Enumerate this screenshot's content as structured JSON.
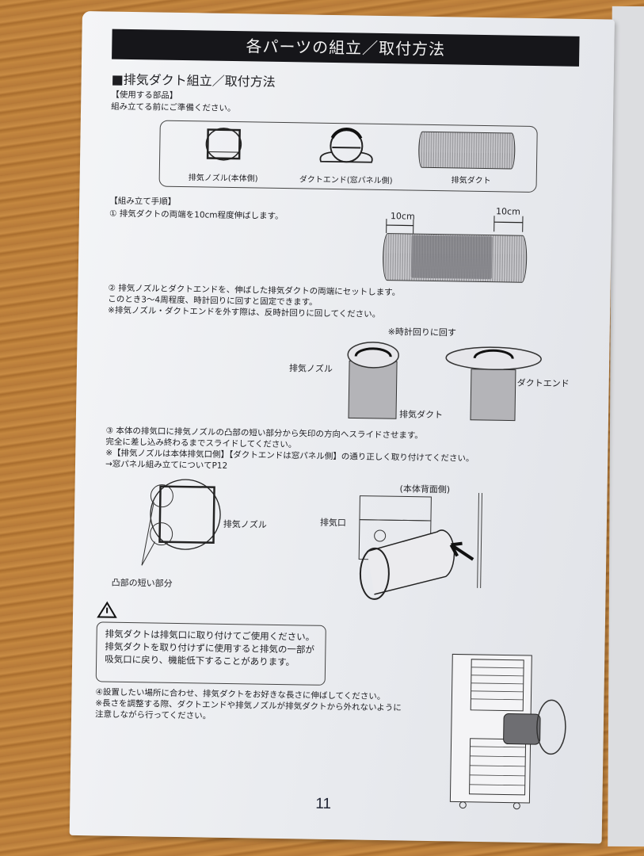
{
  "header": {
    "title": "各パーツの組立／取付方法"
  },
  "section": {
    "title": "■排気ダクト組立／取付方法"
  },
  "parts": {
    "heading": "【使用する部品】",
    "intro": "組み立てる前にご準備ください。",
    "items": [
      {
        "label": "排気ノズル(本体側)",
        "icon": "exhaust-nozzle-icon"
      },
      {
        "label": "ダクトエンド(窓パネル側)",
        "icon": "duct-end-icon"
      },
      {
        "label": "排気ダクト",
        "icon": "exhaust-duct-icon"
      }
    ]
  },
  "procedure": {
    "heading": "【組み立て手順】",
    "step1": {
      "text": "① 排気ダクトの両端を10cm程度伸ばします。",
      "dim_left": "10cm",
      "dim_right": "10cm"
    },
    "step2": {
      "line1": "② 排気ノズルとダクトエンドを、伸ばした排気ダクトの両端にセットします。",
      "line2": "このとき3〜4周程度、時計回りに回すと固定できます。",
      "line3": "※排気ノズル・ダクトエンドを外す際は、反時計回りに回してください。",
      "rotate_note": "※時計回りに回す",
      "label_nozzle": "排気ノズル",
      "label_duct": "排気ダクト",
      "label_duct_end": "ダクトエンド"
    },
    "step3": {
      "line1": "③ 本体の排気口に排気ノズルの凸部の短い部分から矢印の方向へスライドさせます。",
      "line2": "完全に差し込み終わるまでスライドしてください。",
      "line3": "※【排気ノズルは本体排気口側】【ダクトエンドは窓パネル側】の通り正しく取り付けてください。",
      "line4": "→窓パネル組み立てについてP12",
      "label_nozzle": "排気ノズル",
      "label_short_part": "凸部の短い部分",
      "label_rear_side": "(本体背面側)",
      "label_exhaust_port": "排気口"
    },
    "warning": {
      "icon": "warning-triangle-icon",
      "line1": "排気ダクトは排気口に取り付けてご使用ください。",
      "line2": "排気ダクトを取り付けずに使用すると排気の一部が",
      "line3": "吸気口に戻り、機能低下することがあります。"
    },
    "step4": {
      "line1": "④設置したい場所に合わせ、排気ダクトをお好きな長さに伸ばしてください。",
      "line2": "※長さを調整する際、ダクトエンドや排気ノズルが排気ダクトから外れないように",
      "line3": "注意しながら行ってください。"
    }
  },
  "footer": {
    "page_number": "11"
  },
  "colors": {
    "header_bg": "#16161a",
    "paper": "#eceef2",
    "table": "#b97d3a"
  }
}
